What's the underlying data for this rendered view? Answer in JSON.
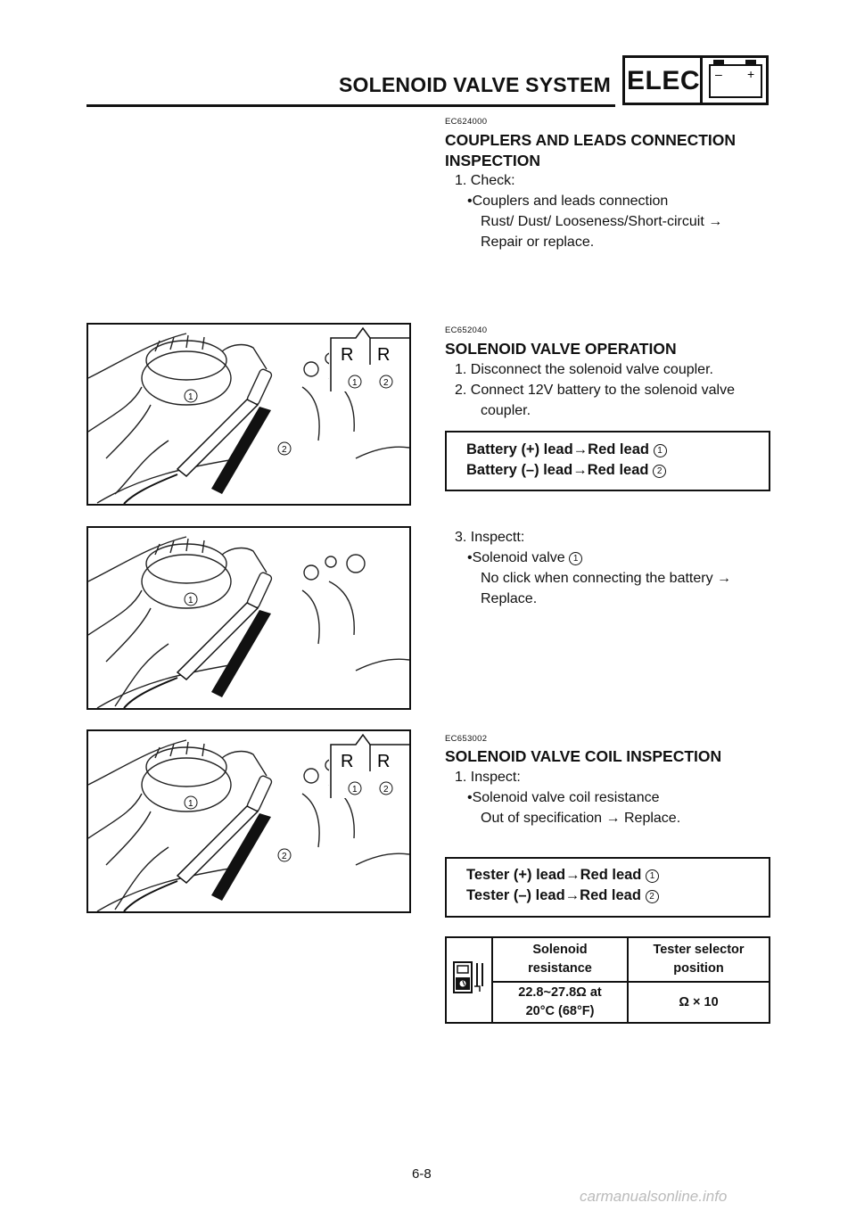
{
  "header": {
    "title": "SOLENOID VALVE SYSTEM",
    "section_badge": "ELEC",
    "battery_minus": "–",
    "battery_plus": "+"
  },
  "sections": {
    "couplers": {
      "code": "EC624000",
      "title_line1": "COUPLERS AND LEADS CONNECTION",
      "title_line2": "INSPECTION",
      "step1": "1.  Check:",
      "item": "Couplers and leads connection",
      "detail": "Rust/  Dust/  Looseness/Short-circuit",
      "action": "Repair or replace."
    },
    "operation": {
      "code": "EC652040",
      "title": "SOLENOID VALVE OPERATION",
      "step1": "1.  Disconnect the solenoid valve coupler.",
      "step2a": "2.  Connect 12V battery to the solenoid valve",
      "step2b": "coupler.",
      "box_line1_pre": "Battery (+) lead",
      "box_line1_post": "Red lead",
      "box_line2_pre": "Battery (–) lead",
      "box_line2_post": "Red lead",
      "step3": "3.  Inspectt:",
      "item": "Solenoid valve",
      "detail": "No click when connecting the battery",
      "action": "Replace."
    },
    "coil": {
      "code": "EC653002",
      "title": "SOLENOID VALVE COIL INSPECTION",
      "step1": "1.  Inspect:",
      "item": "Solenoid valve coil resistance",
      "detail": "Out of specification",
      "action": "Replace.",
      "box_line1_pre": "Tester (+) lead",
      "box_line1_post": "Red lead",
      "box_line2_pre": "Tester (–) lead",
      "box_line2_post": "Red lead"
    }
  },
  "spec_table": {
    "head_col1_line1": "Solenoid",
    "head_col1_line2": "resistance",
    "head_col2_line1": "Tester selector",
    "head_col2_line2": "position",
    "value_col1_line1": "22.8~27.8Ω at",
    "value_col1_line2": "20°C (68°F)",
    "value_col2": "Ω × 10"
  },
  "figures": {
    "callout_1": "1",
    "callout_2": "2",
    "wire_color_1": "R",
    "wire_color_2": "R"
  },
  "glyphs": {
    "arrow": "→",
    "bullet": "•",
    "circled_1": "1",
    "circled_2": "2"
  },
  "footer": {
    "page_number": "6-8",
    "watermark": "carmanualsonline.info"
  }
}
